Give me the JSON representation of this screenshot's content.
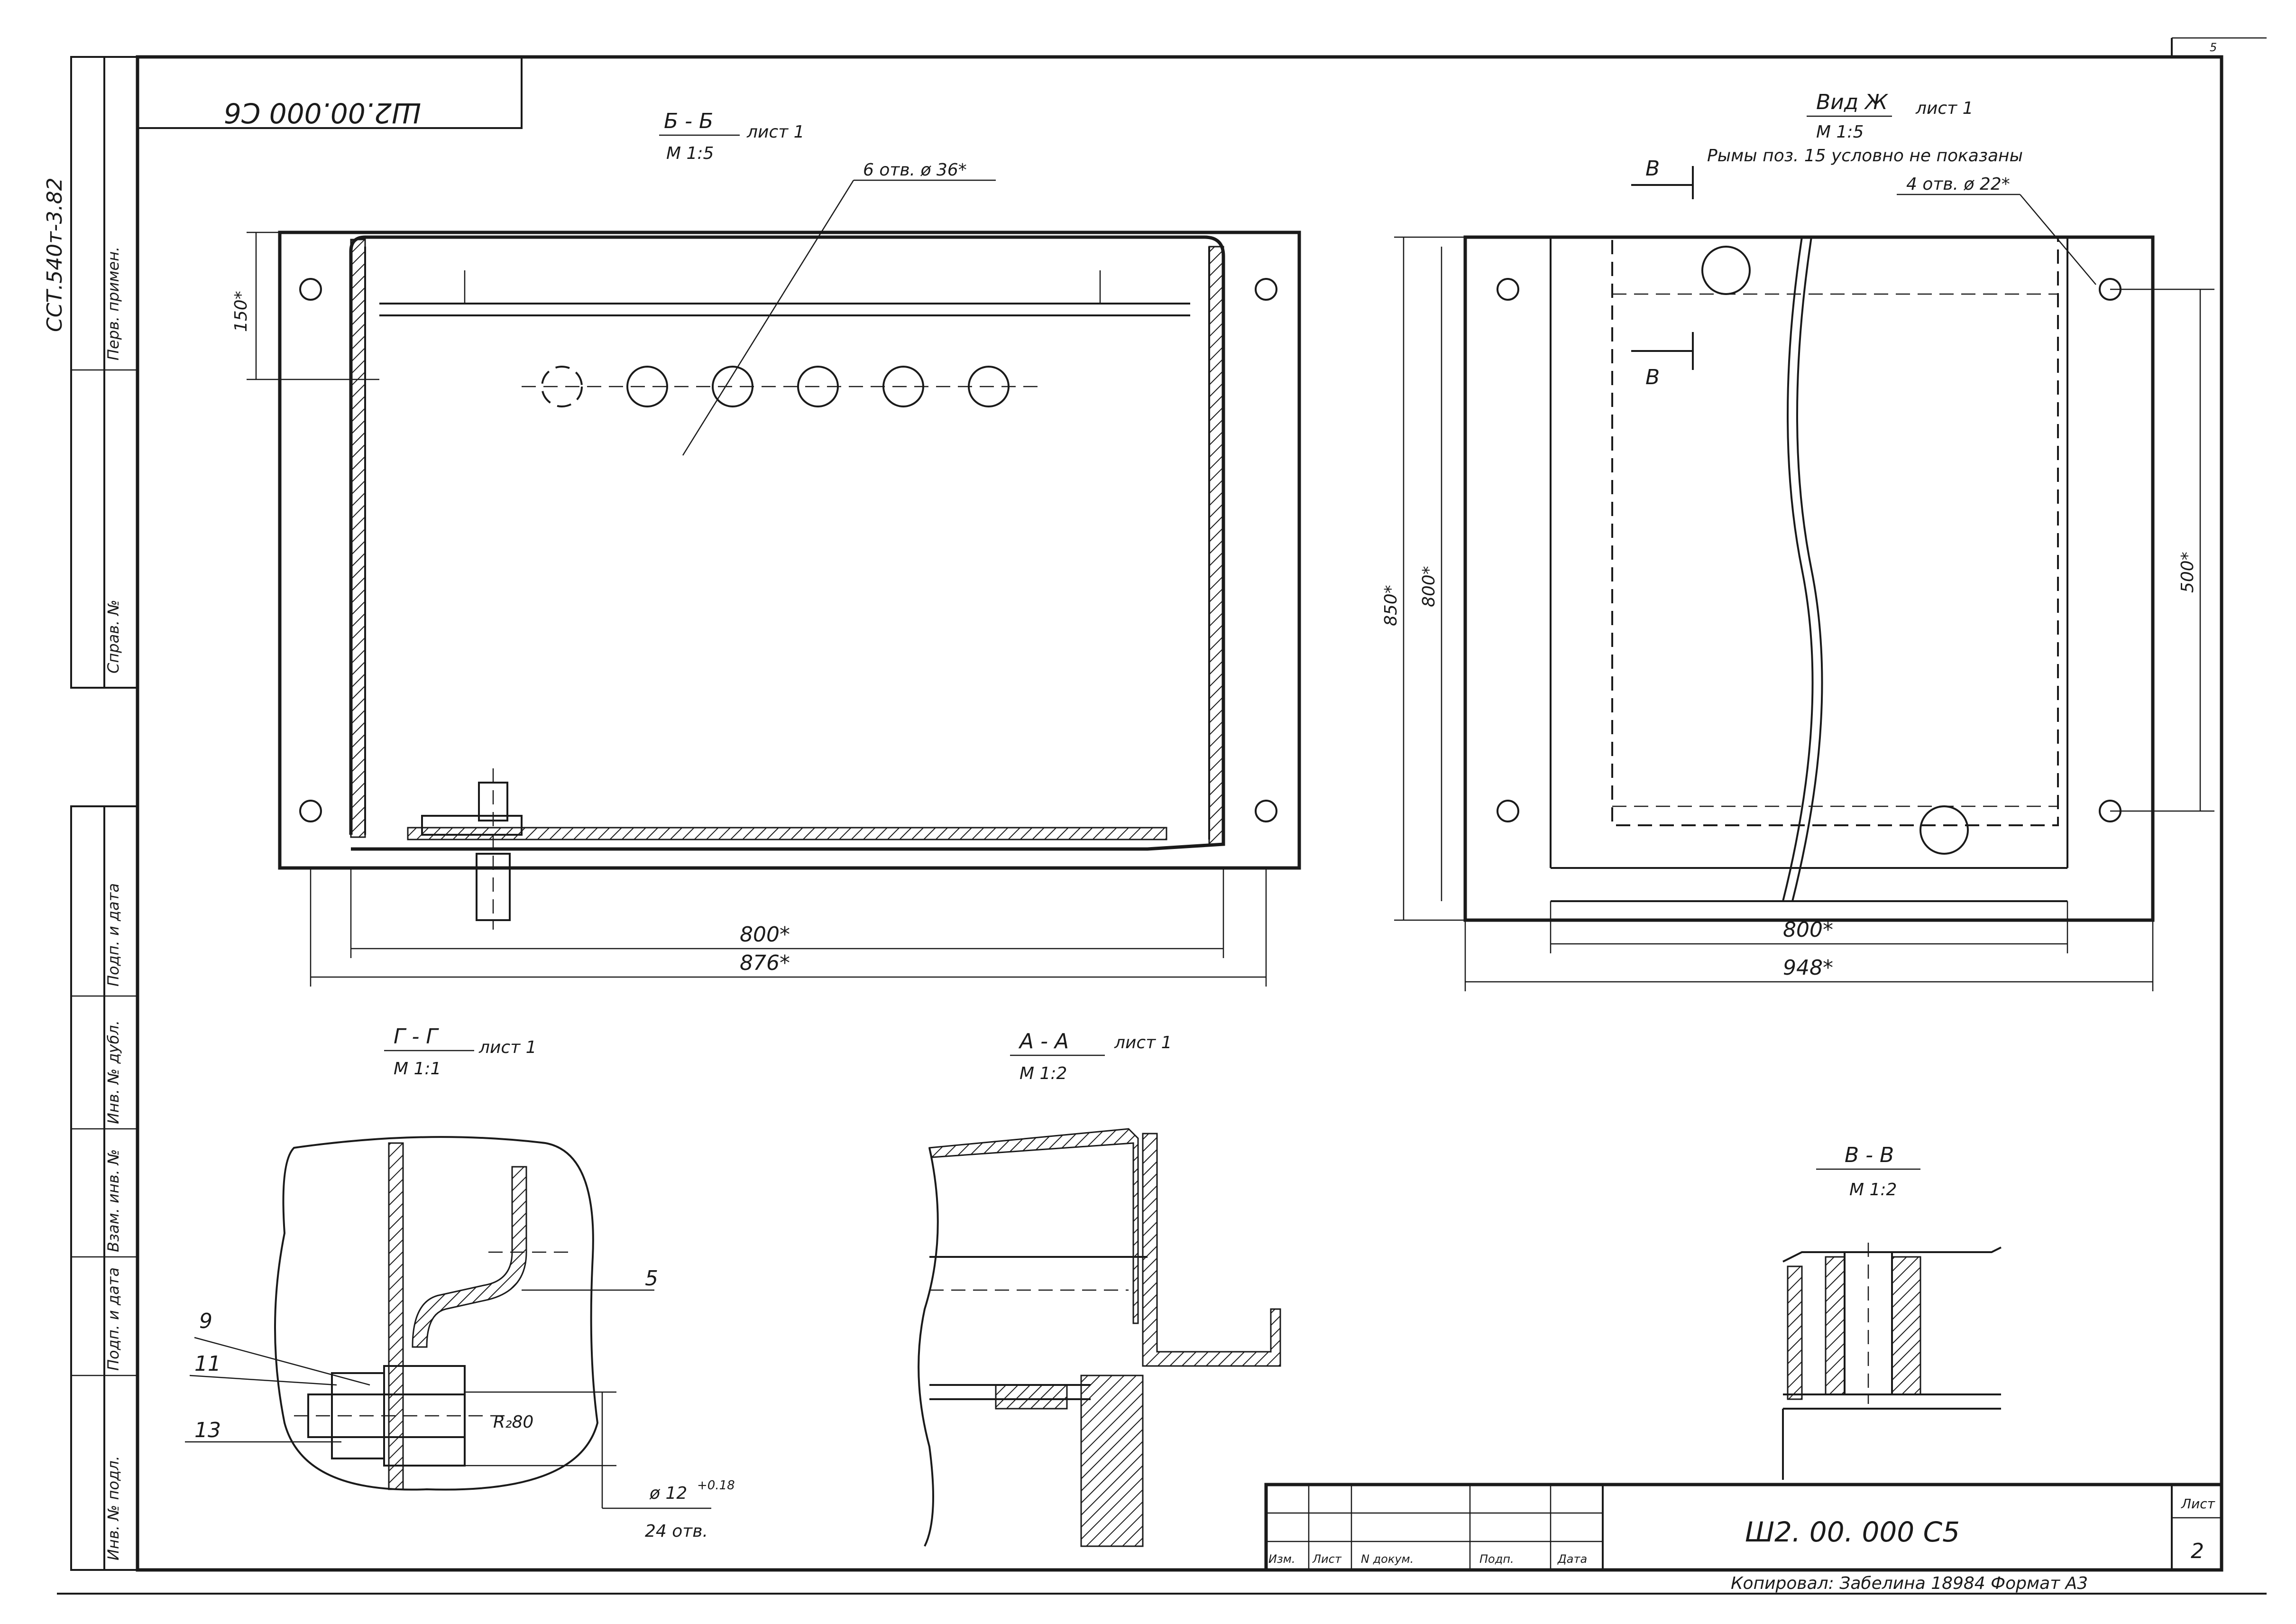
{
  "stamp_top": "Ш2.00.000 С6",
  "side_code": "ССТ.540т-3.82",
  "margin_labels": {
    "first_use": "Перв. примен.",
    "ref_no": "Справ. №",
    "sign_date_1": "Подп. и дата",
    "inv_dup": "Инв. № дубл.",
    "inv_swap": "Взам. инв. №",
    "sign_date_2": "Подп. и дата",
    "inv_orig": "Инв. № подл."
  },
  "views": {
    "bb": {
      "title": "Б - Б",
      "note": "лист 1",
      "scale": "М 1:5",
      "holes": "6 отв. ø 36*",
      "dim_h": "150*",
      "dim_w_inner": "800*",
      "dim_w_outer": "876*"
    },
    "vid": {
      "title": "Вид Ж",
      "note": "лист 1",
      "scale": "М 1:5",
      "note2": "Рымы поз. 15 условно не показаны",
      "holes": "4 отв. ø 22*",
      "dim_h1": "850*",
      "dim_h2": "800*",
      "dim_h3": "500*",
      "dim_w_inner": "800*",
      "dim_w_outer": "948*",
      "cut_letter": "В"
    },
    "gg": {
      "title": "Г - Г",
      "note": "лист 1",
      "scale": "М 1:1",
      "pos9": "9",
      "pos11": "11",
      "pos13": "13",
      "pos5": "5",
      "rough": "R₂80",
      "dia": "ø 12",
      "tol": "+0.18",
      "holes": "24 отв."
    },
    "aa": {
      "title": "А - А",
      "note": "лист 1",
      "scale": "М 1:2"
    },
    "vv": {
      "title": "В - В",
      "scale": "М 1:2"
    }
  },
  "title_block": {
    "doc_code": "Ш2. 00. 000  С5",
    "sheet_label": "Лист",
    "sheet_no": "2",
    "cols": [
      "Изм.",
      "Лист",
      "N докум.",
      "Подп.",
      "Дата"
    ],
    "copied": "Копировал: Забелина 18984   Формат А3",
    "corner": "5"
  }
}
